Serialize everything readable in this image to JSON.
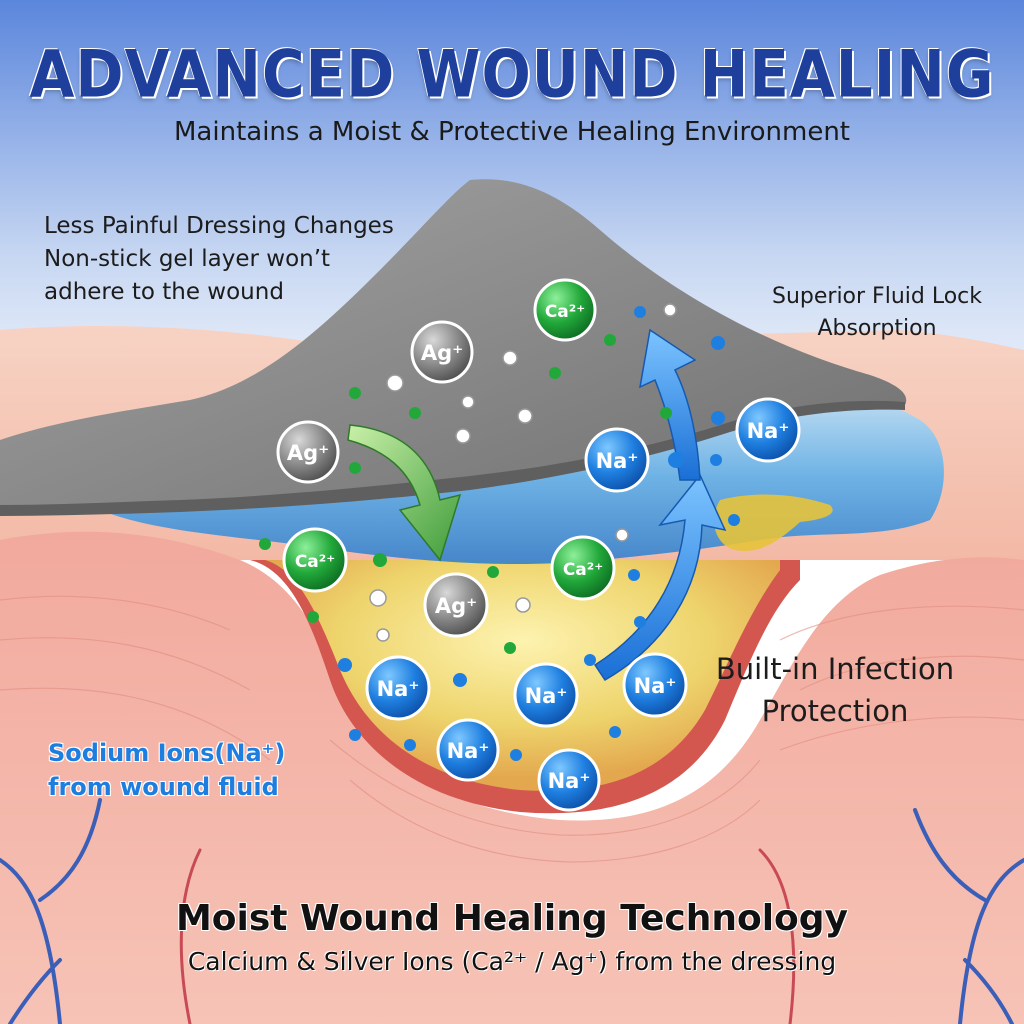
{
  "header": {
    "title": "ADVANCED WOUND HEALING",
    "subtitle": "Maintains a Moist & Protective Healing Environment"
  },
  "callouts": {
    "dressing_line1": "Less Painful Dressing Changes",
    "dressing_line2": "Non-stick gel layer won’t",
    "dressing_line3": "adhere to the wound",
    "fluid_line1": "Superior Fluid Lock",
    "fluid_line2": "Absorption",
    "infection_line1": "Built-in Infection",
    "infection_line2": "Protection",
    "sodium_line1": "Sodium Ions(Na⁺)",
    "sodium_line2": "from wound fluid"
  },
  "footer": {
    "title": "Moist Wound Healing Technology",
    "subtitle": "Calcium & Silver Ions (Ca²⁺ / Ag⁺) from the dressing"
  },
  "ions": {
    "silver": "Ag⁺",
    "calcium": "Ca²⁺",
    "sodium": "Na⁺"
  },
  "colors": {
    "title_blue": "#1f3f9c",
    "sodium_blue": "#1e7fe0",
    "calcium_green": "#21a33a",
    "silver_gray": "#7d7d7d",
    "dressing_gray": "#8c8c8c",
    "gel_blue": "#4aa3e8",
    "wound_fluid": "#e8d46a",
    "skin": "#f0a89a"
  }
}
